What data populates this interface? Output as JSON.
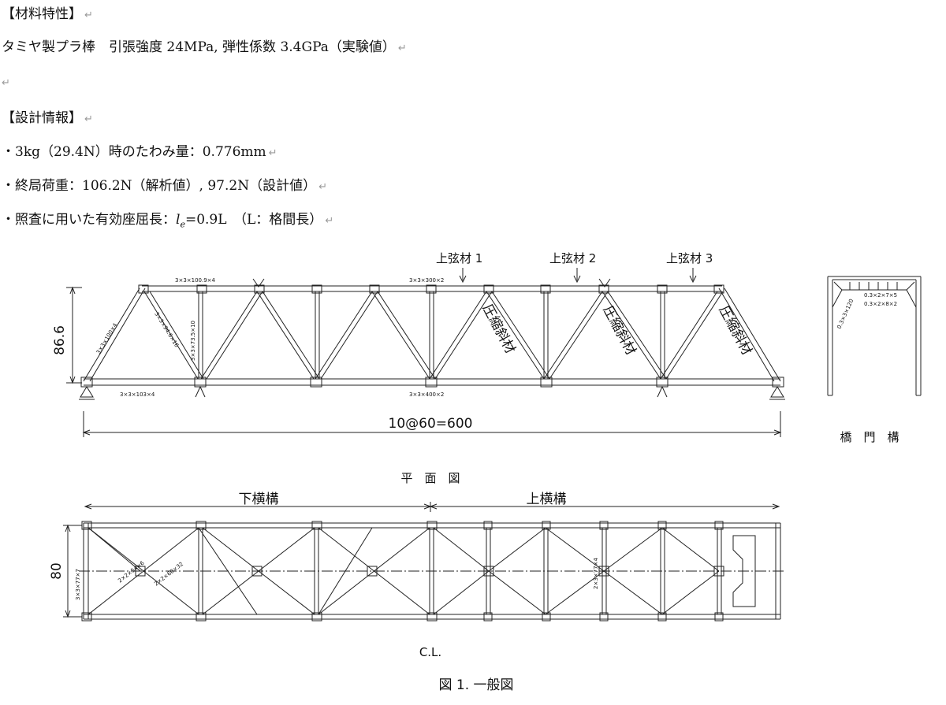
{
  "doc": {
    "sec1_heading": "【材料特性】",
    "material_line": "タミヤ製プラ棒　引張強度 24MPa, 弾性係数 3.4GPa（実験値）",
    "sec2_heading": "【設計情報】",
    "bullet1": "・3kg（29.4N）時のたわみ量：0.776mm",
    "bullet2": "・終局荷重：106.2N（解析値）, 97.2N（設計値）",
    "bullet3_pre": "・照査に用いた有効座屈長：",
    "bullet3_l": "l",
    "bullet3_e": "e",
    "bullet3_post": "=0.9L　（L：格間長）",
    "para_mark": "↵"
  },
  "figure": {
    "top_chord_labels": [
      "上弦材 1",
      "上弦材 2",
      "上弦材 3"
    ],
    "compression_label": "圧縮斜材",
    "height_dim": "86.6",
    "span_dim": "10@60=600",
    "width_dim": "80",
    "plan_title": "平　面　図",
    "lower_bracing": "下横構",
    "upper_bracing": "上横構",
    "portal_label": "橋　門　構",
    "centerline": "C.L.",
    "caption": "図 1. 一般図",
    "member_labels": {
      "top1": "3×3×100.9×4",
      "top2": "3×3×300×2",
      "bot1": "3×3×103×4",
      "bot2": "3×3×400×2",
      "end_post": "3×3×100×4",
      "diag": "3×3×94.6×16",
      "vert": "3×3×73.5×10",
      "portal1": "0.3×2×7×5",
      "portal2": "0.3×2×8×2",
      "portal3": "0.3×3×120",
      "plan1": "2×2×54×6",
      "plan2": "2×2×60×32",
      "plan3": "3×3×77×7",
      "plan4": "2×3×77×4"
    }
  }
}
